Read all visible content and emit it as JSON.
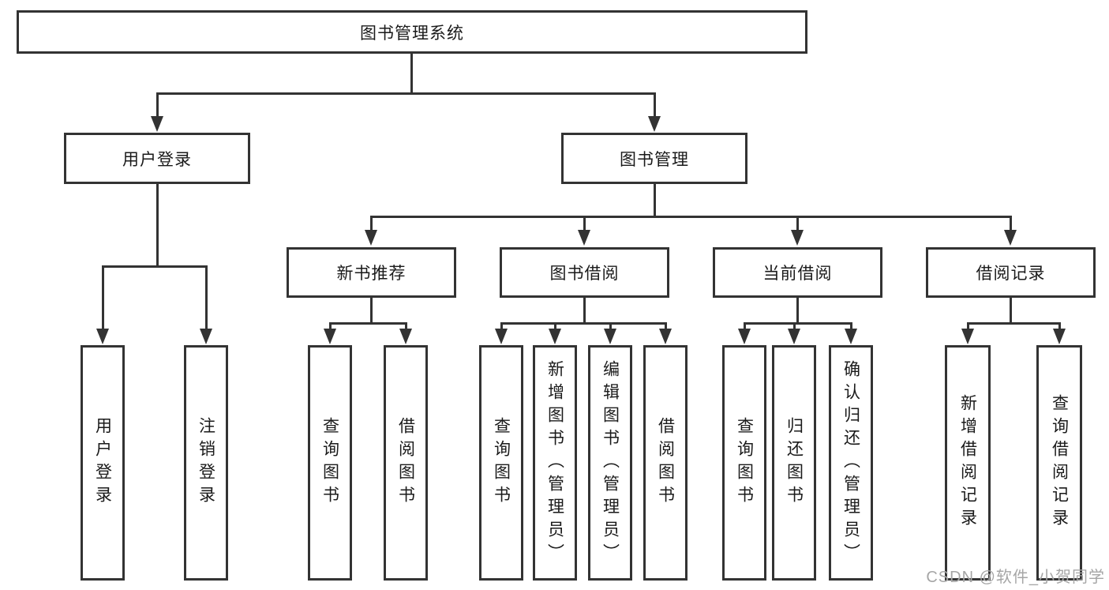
{
  "diagram": {
    "root": {
      "label": "图书管理系统"
    },
    "level2": [
      {
        "label": "用户登录"
      },
      {
        "label": "图书管理"
      }
    ],
    "level3": [
      {
        "label": "新书推荐"
      },
      {
        "label": "图书借阅"
      },
      {
        "label": "当前借阅"
      },
      {
        "label": "借阅记录"
      }
    ],
    "leaves": [
      {
        "label": "用户登录"
      },
      {
        "label": "注销登录"
      },
      {
        "label": "查询图书"
      },
      {
        "label": "借阅图书"
      },
      {
        "label": "查询图书"
      },
      {
        "label": "新增图书（管理员）"
      },
      {
        "label": "编辑图书（管理员）"
      },
      {
        "label": "借阅图书"
      },
      {
        "label": "查询图书"
      },
      {
        "label": "归还图书"
      },
      {
        "label": "确认归还（管理员）"
      },
      {
        "label": "新增借阅记录"
      },
      {
        "label": "查询借阅记录"
      }
    ]
  },
  "watermark": {
    "text": "CSDN @软件_小贺同学"
  },
  "colors": {
    "line": "#333333",
    "box_border": "#333333",
    "box_fill": "#ffffff",
    "text": "#1a1a1a",
    "watermark": "#a6a6a6",
    "background": "#ffffff"
  }
}
